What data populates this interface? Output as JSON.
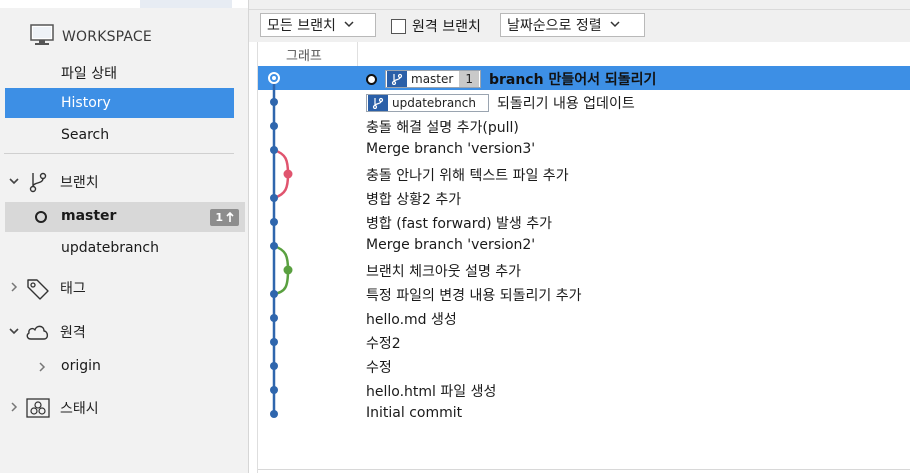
{
  "sidebar": {
    "workspace_label": "WORKSPACE",
    "items": [
      {
        "label": "파일 상태"
      },
      {
        "label": "History"
      },
      {
        "label": "Search"
      }
    ],
    "branches": {
      "label": "브랜치",
      "list": [
        {
          "label": "master",
          "badge": "1"
        },
        {
          "label": "updatebranch"
        }
      ]
    },
    "tags": {
      "label": "태그"
    },
    "remotes": {
      "label": "원격",
      "list": [
        {
          "label": "origin"
        }
      ]
    },
    "stashes": {
      "label": "스태시"
    }
  },
  "toolbar": {
    "branch_filter": "모든 브랜치",
    "remote_checkbox": "원격 브랜치",
    "sort": "날짜순으로 정렬"
  },
  "graph": {
    "header": "그래프",
    "commits": [
      {
        "message": "branch 만들어서 되돌리기",
        "refs": [
          {
            "name": "master",
            "count": "1"
          }
        ],
        "current": true,
        "lane": 0
      },
      {
        "message": "되돌리기 내용 업데이트",
        "refs": [
          {
            "name": "updatebranch"
          }
        ],
        "lane": 0
      },
      {
        "message": "충돌 해결 설명 추가(pull)",
        "lane": 0
      },
      {
        "message": "Merge branch 'version3'",
        "lane": 0
      },
      {
        "message": "충돌 안나기 위해 텍스트 파일 추가",
        "lane": 1
      },
      {
        "message": "병합 상황2 추가",
        "lane": 0
      },
      {
        "message": "병합 (fast forward) 발생 추가",
        "lane": 0
      },
      {
        "message": "Merge branch 'version2'",
        "lane": 0
      },
      {
        "message": "브랜치 체크아웃 설명 추가",
        "lane": 1
      },
      {
        "message": "특정 파일의 변경 내용 되돌리기 추가",
        "lane": 0
      },
      {
        "message": "hello.md 생성",
        "lane": 0
      },
      {
        "message": "수정2",
        "lane": 0
      },
      {
        "message": "수정",
        "lane": 0
      },
      {
        "message": "hello.html 파일 생성",
        "lane": 0
      },
      {
        "message": "Initial commit",
        "lane": 0
      }
    ]
  },
  "colors": {
    "accent": "#3d8fe5",
    "lane_main": "#2f66ad",
    "lane_red": "#e0546e",
    "lane_green": "#5aa040"
  }
}
